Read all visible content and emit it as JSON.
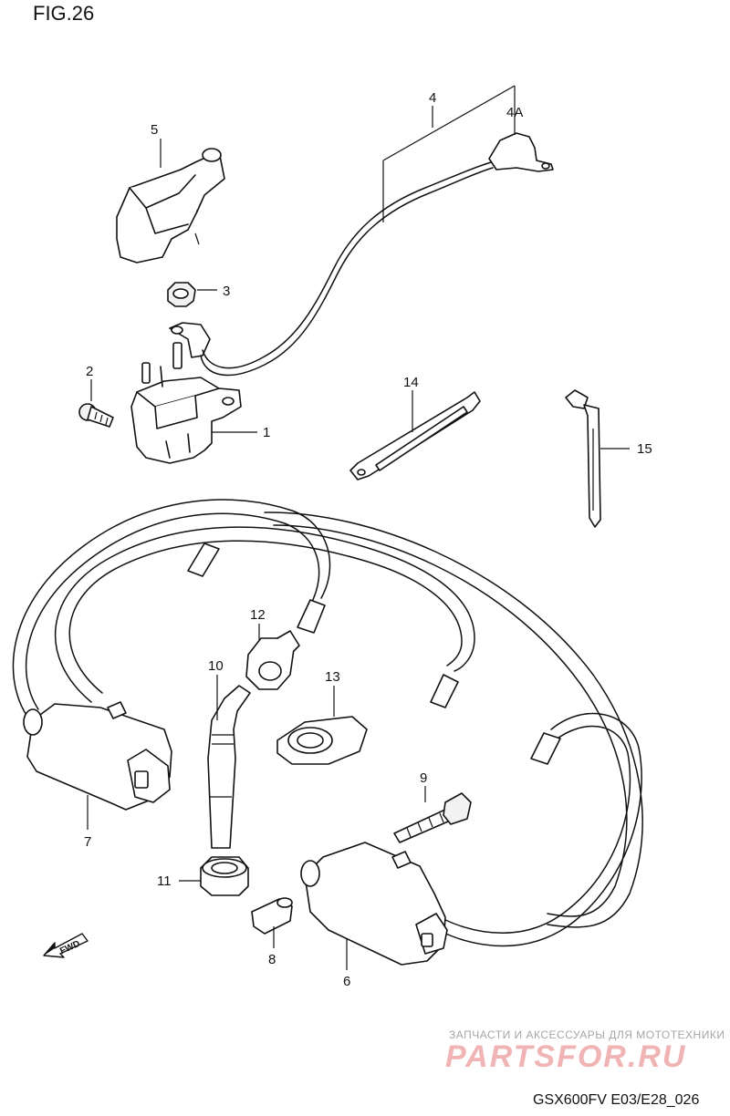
{
  "figure": {
    "title": "FIG.26"
  },
  "callouts": {
    "p1": "1",
    "p2": "2",
    "p3": "3",
    "p4": "4",
    "p4a": "4A",
    "p5": "5",
    "p6": "6",
    "p7": "7",
    "p8": "8",
    "p9": "9",
    "p10": "10",
    "p11": "11",
    "p12": "12",
    "p13": "13",
    "p14": "14",
    "p15": "15"
  },
  "fwd_marker": {
    "text": "FWD"
  },
  "watermark": {
    "tagline": "ЗАПЧАСТИ И АКСЕССУАРЫ ДЛЯ МОТОТЕХНИКИ",
    "brand": "PARTSFOR.RU"
  },
  "footer": {
    "model_code": "GSX600FV E03/E28_026"
  }
}
